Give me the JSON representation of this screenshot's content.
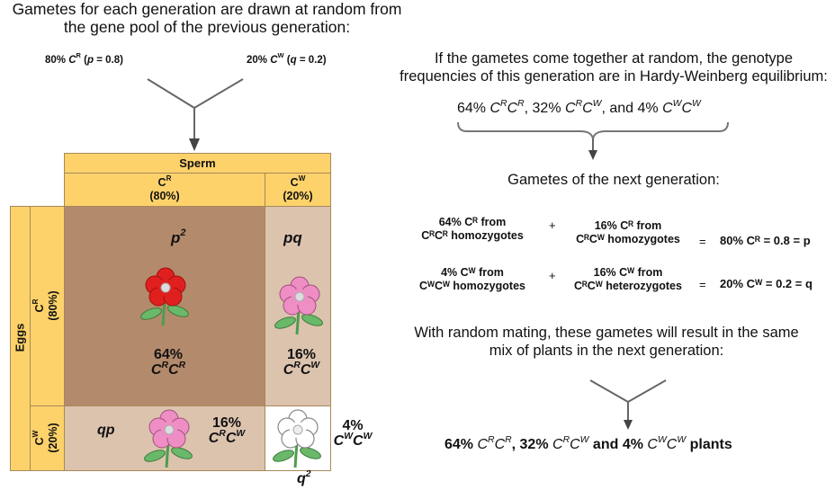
{
  "left": {
    "heading_line1": "Gametes for each generation are drawn at random from",
    "heading_line2": "the gene pool of the previous generation:",
    "allele_r": {
      "pct": "80%",
      "allele": "C",
      "sup": "R",
      "param": "p",
      "value": "= 0.8)"
    },
    "allele_w": {
      "pct": "20%",
      "allele": "C",
      "sup": "W",
      "param": "q",
      "value": "= 0.2)"
    }
  },
  "punnett": {
    "sperm_label": "Sperm",
    "eggs_label": "Eggs",
    "col_r": {
      "allele": "C",
      "sup": "R",
      "pct": "(80%)"
    },
    "col_w": {
      "allele": "C",
      "sup": "W",
      "pct": "(20%)"
    },
    "row_r": {
      "allele": "C",
      "sup": "R",
      "pct": "(80%)"
    },
    "row_w": {
      "allele": "C",
      "sup": "W",
      "pct": "(20%)"
    },
    "cells": {
      "rr": {
        "label": "p",
        "label_sup": "2",
        "pct": "64%",
        "g1": "C",
        "s1": "R",
        "g2": "C",
        "s2": "R",
        "flower": "red"
      },
      "rw": {
        "label": "pq",
        "pct": "16%",
        "g1": "C",
        "s1": "R",
        "g2": "C",
        "s2": "W",
        "flower": "pink"
      },
      "wr": {
        "label": "qp",
        "pct": "16%",
        "g1": "C",
        "s1": "R",
        "g2": "C",
        "s2": "W",
        "flower": "pink"
      },
      "ww": {
        "label": "q",
        "label_sup": "2",
        "pct": "4%",
        "g1": "C",
        "s1": "W",
        "g2": "C",
        "s2": "W",
        "flower": "white"
      }
    },
    "colors": {
      "header": "#fdd26b",
      "dark_cell": "#b38a6b",
      "light_cell": "#dcc3ae",
      "white_cell": "#ffffff"
    }
  },
  "right": {
    "heading_line1": "If the gametes come together at random, the genotype",
    "heading_line2": "frequencies of this generation are in Hardy-Weinberg equilibrium:",
    "genotypes": {
      "p1": "64%",
      "p2": ", 32%",
      "p3": ", and 4%"
    },
    "gametes_heading": "Gametes of the next generation:",
    "calc_row1": {
      "a_line1": "64% Cᴿ from",
      "a_line2": "CᴿCᴿ homozygotes",
      "plus": "+",
      "b_line1": "16% Cᴿ from",
      "b_line2": "CᴿCᵂ homozygotes",
      "eq": "=",
      "result": "80% Cᴿ = 0.8 = p"
    },
    "calc_row2": {
      "a_line1": "4% Cᵂ from",
      "a_line2": "CᵂCᵂ homozygotes",
      "plus": "+",
      "b_line1": "16% Cᵂ from",
      "b_line2": "CᴿCᵂ heterozygotes",
      "eq": "=",
      "result": "20% Cᵂ = 0.2 = q"
    },
    "mating_line1": "With random mating, these gametes will result in the same",
    "mating_line2": "mix of plants in the next generation:",
    "final": {
      "p1": "64%",
      "p2": ", 32%",
      "p3": "and 4%",
      "p4": "plants"
    }
  }
}
